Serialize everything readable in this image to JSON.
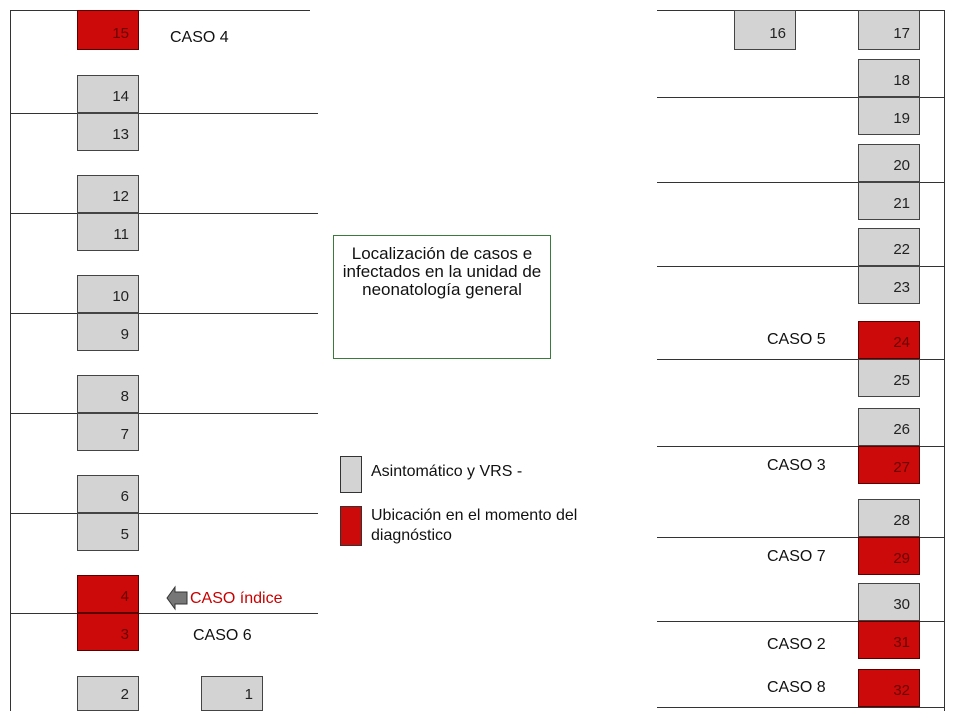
{
  "title": "Localización de casos e infectados en la unidad de neonatología general",
  "legend": {
    "asymptomatic": "Asintomático y VRS -",
    "diagnosis": "Ubicación en el momento del diagnóstico"
  },
  "colors": {
    "case": "#cc0a0a",
    "non_case": "#d3d3d3"
  },
  "beds": [
    {
      "n": "15",
      "case": true
    },
    {
      "n": "14",
      "case": false
    },
    {
      "n": "13",
      "case": false
    },
    {
      "n": "12",
      "case": false
    },
    {
      "n": "11",
      "case": false
    },
    {
      "n": "10",
      "case": false
    },
    {
      "n": "9",
      "case": false
    },
    {
      "n": "8",
      "case": false
    },
    {
      "n": "7",
      "case": false
    },
    {
      "n": "6",
      "case": false
    },
    {
      "n": "5",
      "case": false
    },
    {
      "n": "4",
      "case": true
    },
    {
      "n": "3",
      "case": true
    },
    {
      "n": "2",
      "case": false
    },
    {
      "n": "1",
      "case": false
    },
    {
      "n": "16",
      "case": false
    },
    {
      "n": "17",
      "case": false
    },
    {
      "n": "18",
      "case": false
    },
    {
      "n": "19",
      "case": false
    },
    {
      "n": "20",
      "case": false
    },
    {
      "n": "21",
      "case": false
    },
    {
      "n": "22",
      "case": false
    },
    {
      "n": "23",
      "case": false
    },
    {
      "n": "24",
      "case": true
    },
    {
      "n": "25",
      "case": false
    },
    {
      "n": "26",
      "case": false
    },
    {
      "n": "27",
      "case": true
    },
    {
      "n": "28",
      "case": false
    },
    {
      "n": "29",
      "case": true
    },
    {
      "n": "30",
      "case": false
    },
    {
      "n": "31",
      "case": true
    },
    {
      "n": "32",
      "case": true
    }
  ],
  "case_labels": {
    "caso4": "CASO 4",
    "caso_indice": "CASO índice",
    "caso6": "CASO 6",
    "caso5": "CASO 5",
    "caso3": "CASO 3",
    "caso7": "CASO 7",
    "caso2": "CASO 2",
    "caso8": "CASO 8"
  }
}
